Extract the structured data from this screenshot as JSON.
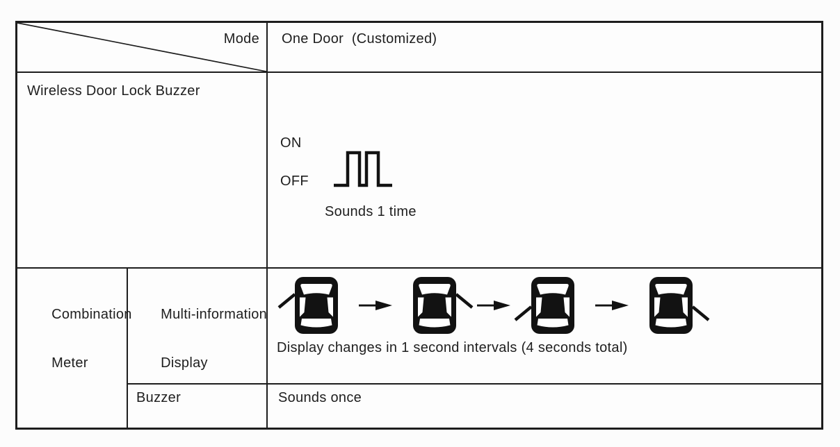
{
  "table": {
    "header": {
      "corner_label": "Mode",
      "mode_value": "One Door  (Customized)"
    },
    "wireless_buzzer": {
      "label": "Wireless Door Lock Buzzer",
      "signal": {
        "on_label": "ON",
        "off_label": "OFF",
        "pulses": 2,
        "caption": "Sounds 1 time"
      }
    },
    "combination_meter": {
      "label_lines": [
        "Combination",
        "Meter"
      ],
      "multi_info": {
        "label_lines": [
          "Multi-information",
          "Display"
        ],
        "sequence": [
          {
            "door": "front-left"
          },
          {
            "door": "front-right"
          },
          {
            "door": "rear-left"
          },
          {
            "door": "rear-right"
          }
        ],
        "caption": "Display changes in 1 second intervals (4 seconds total)"
      },
      "buzzer": {
        "label": "Buzzer",
        "value": "Sounds once"
      }
    },
    "colors": {
      "line": "#1d1d1d",
      "icon": "#121212",
      "icon_window": "#ffffff",
      "background": "#fdfdfd"
    }
  }
}
